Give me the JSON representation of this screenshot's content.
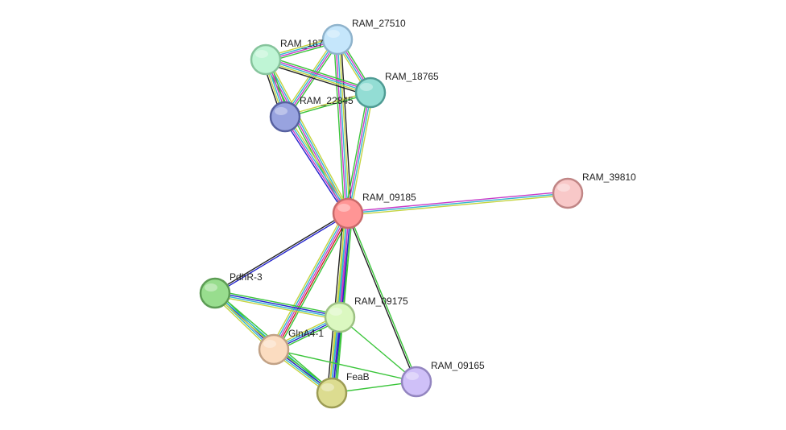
{
  "nodes": [
    {
      "id": "RAM_09185",
      "label": "RAM_09185",
      "color": "#ff9595",
      "stroke": "#c96a6a"
    },
    {
      "id": "RAM_27510",
      "label": "RAM_27510",
      "color": "#c5e6fb",
      "stroke": "#8fb3cc"
    },
    {
      "id": "RAM_187xx",
      "label": "RAM_187",
      "color": "#bff5d5",
      "stroke": "#86c49c"
    },
    {
      "id": "RAM_18765",
      "label": "RAM_18765",
      "color": "#93ddd4",
      "stroke": "#4f9c94"
    },
    {
      "id": "RAM_22845",
      "label": "RAM_22845",
      "color": "#98a3df",
      "stroke": "#5761a0"
    },
    {
      "id": "RAM_39810",
      "label": "RAM_39810",
      "color": "#f8c8c8",
      "stroke": "#c08585"
    },
    {
      "id": "PdhR-3",
      "label": "PdhR-3",
      "color": "#98dd8e",
      "stroke": "#5c9c54"
    },
    {
      "id": "RAM_09175",
      "label": "RAM_09175",
      "color": "#dbf8c0",
      "stroke": "#9dc183"
    },
    {
      "id": "GlnA4-1",
      "label": "GlnA4-1",
      "color": "#fbdcc0",
      "stroke": "#c1a185"
    },
    {
      "id": "FeaB",
      "label": "FeaB",
      "color": "#dcdc90",
      "stroke": "#9c9c54"
    },
    {
      "id": "RAM_09165",
      "label": "RAM_09165",
      "color": "#cfc0f8",
      "stroke": "#9385c0"
    }
  ],
  "evidence_colors": {
    "neighborhood": "#3ac53a",
    "coexpression": "#222222",
    "experiments": "#c83bc8",
    "databases": "#33b5d0",
    "textmining": "#c5d440",
    "cooccurrence": "#2222cc",
    "fusion": "#d02020",
    "homology": "#b8b8e0"
  },
  "edges": [
    {
      "a": "RAM_09185",
      "b": "RAM_27510",
      "types": [
        "neighborhood",
        "experiments",
        "databases",
        "textmining",
        "coexpression"
      ]
    },
    {
      "a": "RAM_09185",
      "b": "RAM_187xx",
      "types": [
        "neighborhood",
        "experiments",
        "databases",
        "textmining"
      ]
    },
    {
      "a": "RAM_09185",
      "b": "RAM_18765",
      "types": [
        "neighborhood",
        "experiments",
        "databases",
        "textmining"
      ]
    },
    {
      "a": "RAM_09185",
      "b": "RAM_22845",
      "types": [
        "cooccurrence",
        "experiments",
        "databases",
        "textmining"
      ]
    },
    {
      "a": "RAM_09185",
      "b": "RAM_39810",
      "types": [
        "experiments",
        "databases",
        "textmining"
      ]
    },
    {
      "a": "RAM_09185",
      "b": "PdhR-3",
      "types": [
        "cooccurrence",
        "coexpression"
      ]
    },
    {
      "a": "RAM_09185",
      "b": "RAM_09175",
      "types": [
        "neighborhood",
        "experiments",
        "databases",
        "textmining"
      ]
    },
    {
      "a": "RAM_09185",
      "b": "GlnA4-1",
      "types": [
        "neighborhood",
        "fusion",
        "experiments",
        "databases",
        "textmining"
      ]
    },
    {
      "a": "RAM_09185",
      "b": "FeaB",
      "types": [
        "neighborhood",
        "cooccurrence",
        "experiments",
        "databases",
        "textmining",
        "coexpression"
      ]
    },
    {
      "a": "RAM_09185",
      "b": "RAM_09165",
      "types": [
        "neighborhood",
        "coexpression"
      ]
    },
    {
      "a": "RAM_27510",
      "b": "RAM_187xx",
      "types": [
        "neighborhood",
        "experiments",
        "databases",
        "textmining"
      ]
    },
    {
      "a": "RAM_27510",
      "b": "RAM_18765",
      "types": [
        "neighborhood",
        "experiments",
        "databases",
        "textmining"
      ]
    },
    {
      "a": "RAM_27510",
      "b": "RAM_22845",
      "types": [
        "neighborhood",
        "experiments",
        "databases",
        "textmining"
      ]
    },
    {
      "a": "RAM_187xx",
      "b": "RAM_18765",
      "types": [
        "neighborhood",
        "experiments",
        "databases",
        "textmining",
        "coexpression"
      ]
    },
    {
      "a": "RAM_187xx",
      "b": "RAM_22845",
      "types": [
        "neighborhood",
        "experiments",
        "databases",
        "textmining",
        "coexpression"
      ]
    },
    {
      "a": "RAM_18765",
      "b": "RAM_22845",
      "types": [
        "neighborhood",
        "textmining"
      ]
    },
    {
      "a": "PdhR-3",
      "b": "RAM_09175",
      "types": [
        "neighborhood",
        "cooccurrence",
        "databases",
        "textmining"
      ]
    },
    {
      "a": "PdhR-3",
      "b": "GlnA4-1",
      "types": [
        "neighborhood",
        "cooccurrence",
        "databases",
        "textmining"
      ]
    },
    {
      "a": "PdhR-3",
      "b": "FeaB",
      "types": [
        "neighborhood",
        "databases",
        "textmining"
      ]
    },
    {
      "a": "RAM_09175",
      "b": "GlnA4-1",
      "types": [
        "neighborhood",
        "cooccurrence",
        "databases",
        "textmining"
      ]
    },
    {
      "a": "RAM_09175",
      "b": "FeaB",
      "types": [
        "neighborhood",
        "cooccurrence",
        "databases",
        "textmining"
      ]
    },
    {
      "a": "RAM_09175",
      "b": "RAM_09165",
      "types": [
        "neighborhood"
      ]
    },
    {
      "a": "GlnA4-1",
      "b": "FeaB",
      "types": [
        "neighborhood",
        "cooccurrence",
        "databases",
        "textmining"
      ]
    },
    {
      "a": "GlnA4-1",
      "b": "RAM_09165",
      "types": [
        "neighborhood"
      ]
    },
    {
      "a": "FeaB",
      "b": "RAM_09165",
      "types": [
        "neighborhood"
      ]
    }
  ]
}
